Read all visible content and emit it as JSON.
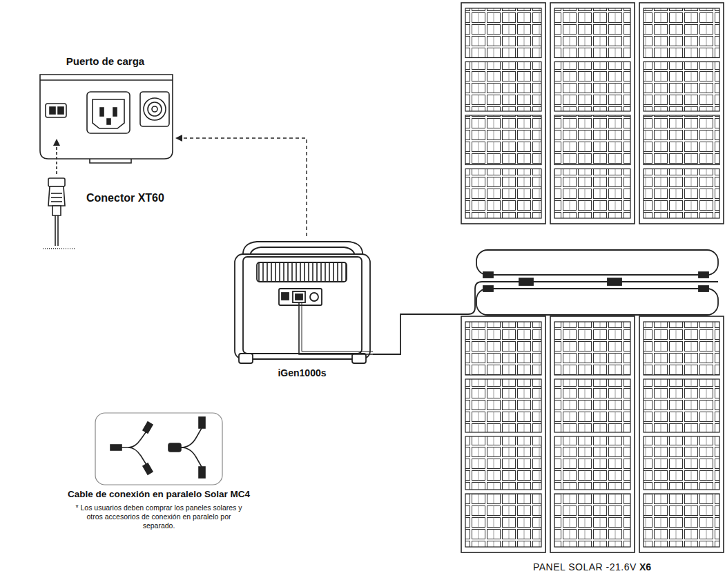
{
  "diagram": {
    "nodes": [
      {
        "text": [
          "Puerto de carga"
        ]
      },
      {
        "text": [
          "iGen1000s"
        ]
      },
      {
        "text": [
          "Cable de conexión en paralelo Solar MC4",
          "* Los usuarios deben comprar los paneles solares y otros accesorios de conexión en paralelo por separado."
        ]
      },
      {
        "text": [
          "PANEL SOLAR -21.6V",
          "X6"
        ]
      }
    ],
    "edges": [
      {
        "from": 1,
        "to": 0,
        "arrow": "to"
      },
      {
        "from": 1,
        "to": 3,
        "arrow": "none"
      }
    ],
    "labels": [
      "Conector XT60"
    ]
  }
}
